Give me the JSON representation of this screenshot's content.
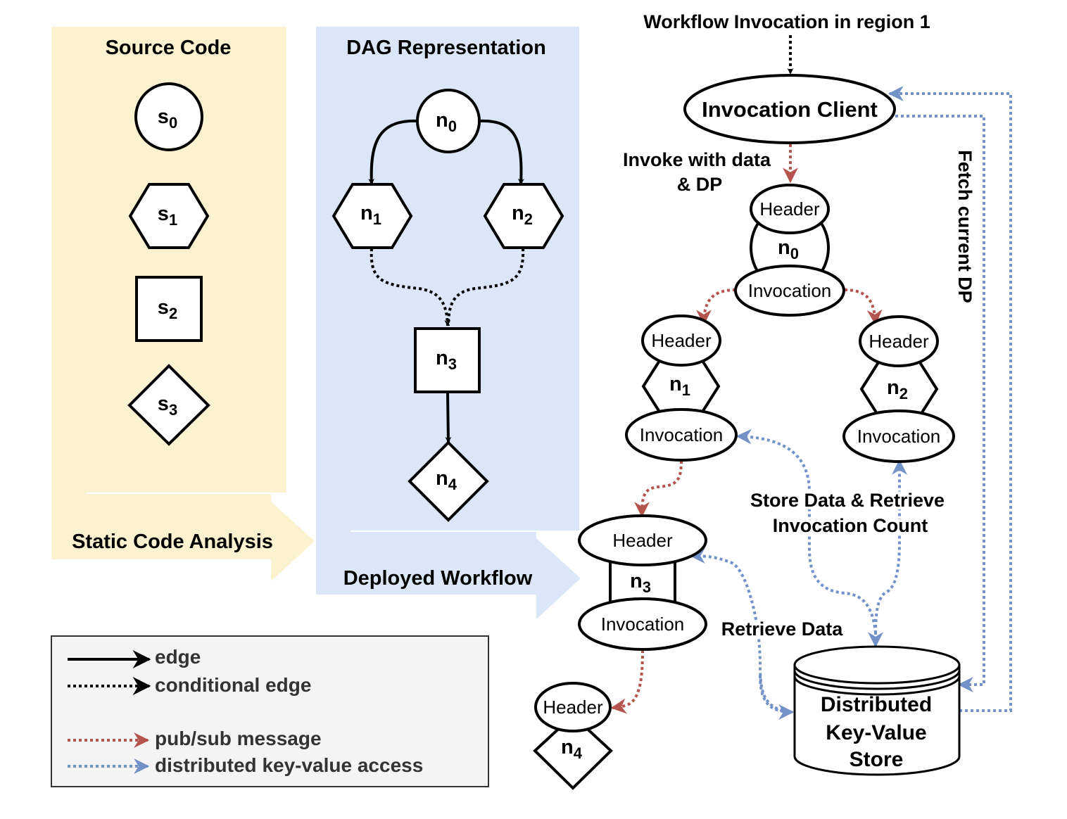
{
  "panels": {
    "source_code_title": "Source Code",
    "dag_title": "DAG Representation"
  },
  "arrows": {
    "static_analysis": "Static Code Analysis",
    "deployed_workflow": "Deployed Workflow"
  },
  "source_nodes": [
    {
      "base": "s",
      "sub": "0",
      "shape": "circle"
    },
    {
      "base": "s",
      "sub": "1",
      "shape": "hexagon"
    },
    {
      "base": "s",
      "sub": "2",
      "shape": "square"
    },
    {
      "base": "s",
      "sub": "3",
      "shape": "diamond"
    }
  ],
  "dag_nodes": [
    {
      "base": "n",
      "sub": "0",
      "shape": "circle"
    },
    {
      "base": "n",
      "sub": "1",
      "shape": "hexagon"
    },
    {
      "base": "n",
      "sub": "2",
      "shape": "hexagon"
    },
    {
      "base": "n",
      "sub": "3",
      "shape": "square"
    },
    {
      "base": "n",
      "sub": "4",
      "shape": "diamond"
    }
  ],
  "workflow": {
    "invocation_label": "Workflow Invocation in region 1",
    "client": "Invocation Client",
    "invoke_with_data_line1": "Invoke with data",
    "invoke_with_data_line2": "& DP",
    "fetch_dp": "Fetch current DP",
    "store_retrieve_line1": "Store Data & Retrieve",
    "store_retrieve_line2": "Invocation Count",
    "retrieve_data": "Retrieve Data",
    "header": "Header",
    "invocation": "Invocation",
    "kv_line1": "Distributed",
    "kv_line2": "Key-Value",
    "kv_line3": "Store"
  },
  "legend": {
    "edge": "edge",
    "conditional_edge": "conditional edge",
    "pubsub": "pub/sub message",
    "kv_access": "distributed key-value access"
  },
  "colors": {
    "source_panel": "#fdf2cf",
    "dag_panel": "#dbe7f8",
    "pubsub": "#b5534f",
    "kv_access": "#7291c7",
    "legend_bg": "#f4f4f4"
  }
}
